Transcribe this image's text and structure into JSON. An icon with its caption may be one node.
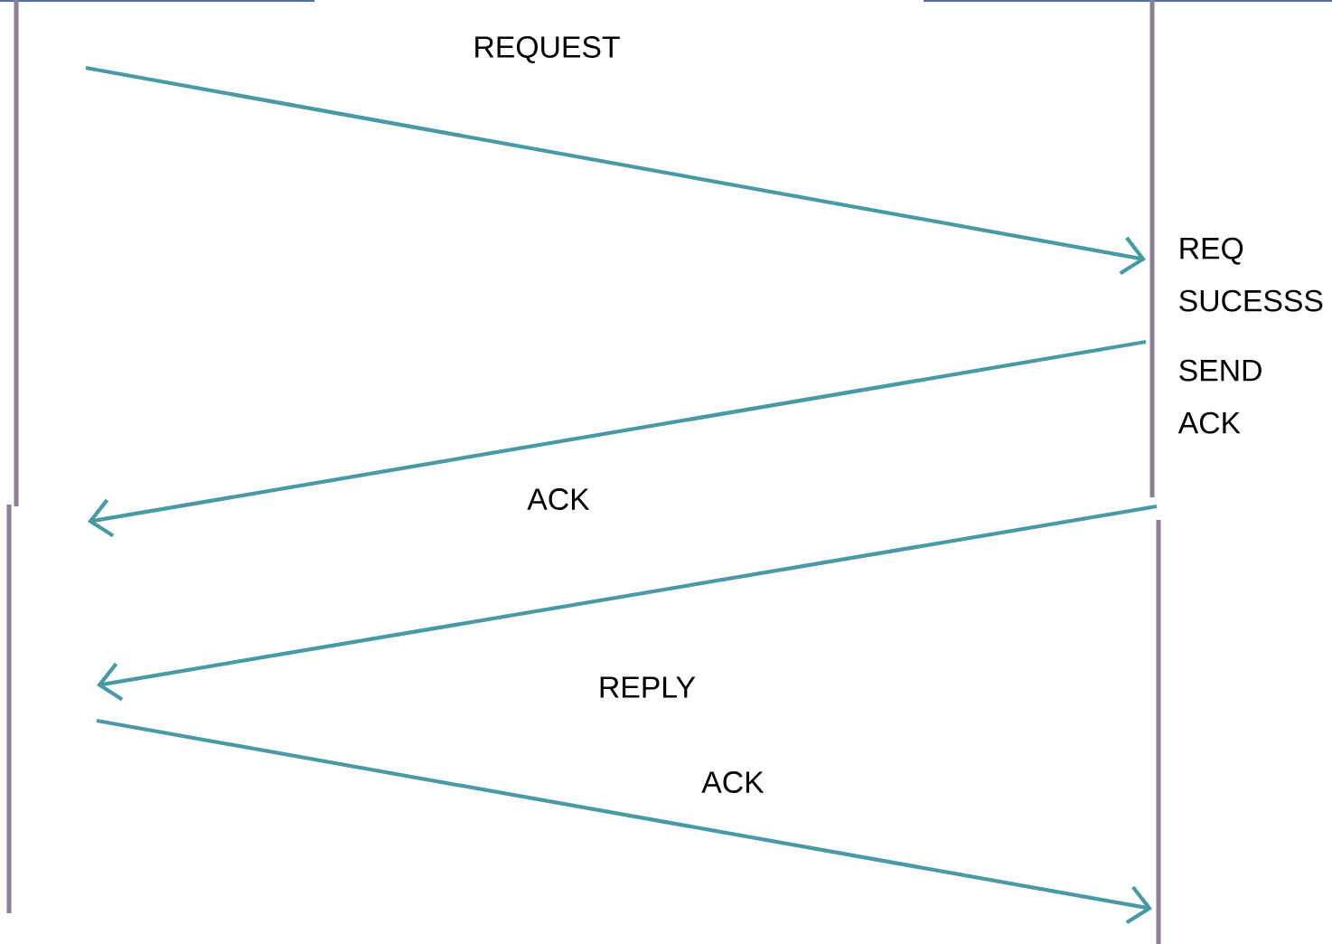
{
  "diagram": {
    "nodes": [
      {
        "text": [],
        "shape": "bar"
      },
      {
        "text": [],
        "shape": "bar"
      },
      {
        "text": [],
        "shape": "bar",
        "beside": [
          "REQ SUCESSS",
          "SEND ACK"
        ]
      },
      {
        "text": [],
        "shape": "bar"
      }
    ],
    "edges": [
      {
        "from": 0,
        "to": 2,
        "arrow": "to",
        "label": "REQUEST"
      },
      {
        "from": 2,
        "to": 0,
        "arrow": "to",
        "label": "ACK"
      },
      {
        "from": 2,
        "to": 1,
        "arrow": "to",
        "label": "REPLY"
      },
      {
        "from": 1,
        "to": 3,
        "arrow": "to",
        "label": "ACK"
      }
    ]
  }
}
